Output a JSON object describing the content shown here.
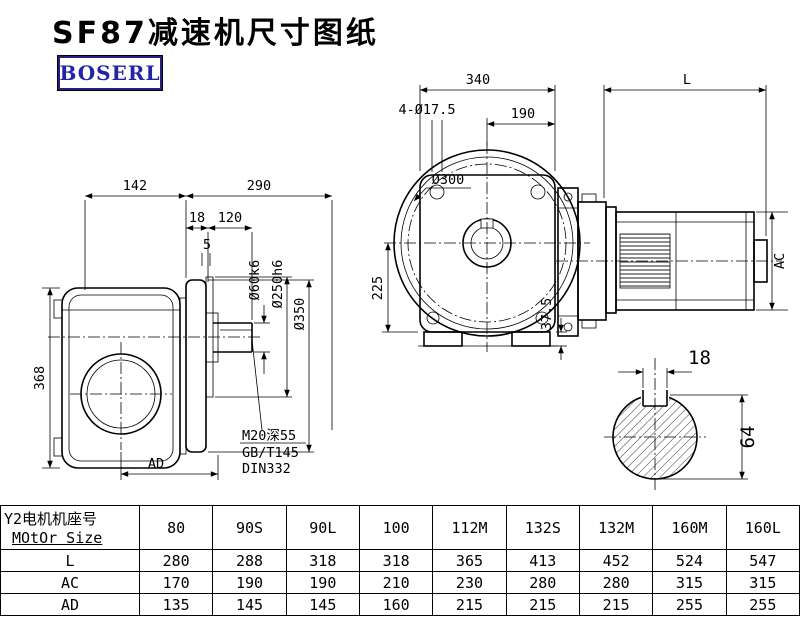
{
  "title": "SF87减速机尺寸图纸",
  "logo": "BOSERL",
  "left_view": {
    "d142": "142",
    "d290": "290",
    "d18": "18",
    "d120": "120",
    "d5": "5",
    "d368": "368",
    "dAD": "AD",
    "d60": "Ø60k6",
    "d250": "Ø250h6",
    "d350": "Ø350",
    "note1": "M20深55",
    "note2": "GB/T145",
    "note3": "DIN332"
  },
  "front_view": {
    "d340": "340",
    "dL": "L",
    "d4holes": "4-Ø17.5",
    "d190": "190",
    "d300": "Ø300",
    "d225": "225",
    "d375": "37.5",
    "dAC": "AC"
  },
  "shaft_detail": {
    "key_width": "18",
    "diameter": "64"
  },
  "table": {
    "header_cn": "Y2电机机座号",
    "header_en": "MOtOr Size",
    "sizes": [
      "80",
      "90S",
      "90L",
      "100",
      "112M",
      "132S",
      "132M",
      "160M",
      "160L"
    ],
    "rows": [
      {
        "label": "L",
        "values": [
          "280",
          "288",
          "318",
          "318",
          "365",
          "413",
          "452",
          "524",
          "547"
        ]
      },
      {
        "label": "AC",
        "values": [
          "170",
          "190",
          "190",
          "210",
          "230",
          "280",
          "280",
          "315",
          "315"
        ]
      },
      {
        "label": "AD",
        "values": [
          "135",
          "145",
          "145",
          "160",
          "215",
          "215",
          "215",
          "255",
          "255"
        ]
      }
    ]
  }
}
